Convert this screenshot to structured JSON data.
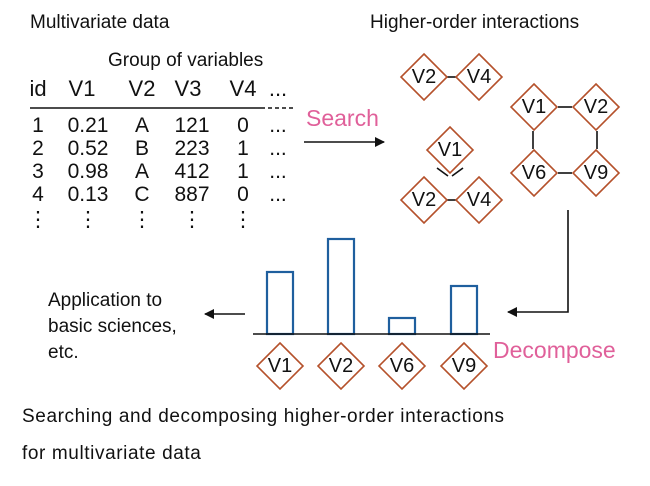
{
  "section_titles": {
    "left": "Multivariate data",
    "right": "Higher-order interactions"
  },
  "table": {
    "group_label": "Group of variables",
    "columns": [
      "id",
      "V1",
      "V2",
      "V3",
      "V4",
      "..."
    ],
    "rows": [
      [
        "1",
        "0.21",
        "A",
        "121",
        "0",
        "..."
      ],
      [
        "2",
        "0.52",
        "B",
        "223",
        "1",
        "..."
      ],
      [
        "3",
        "0.98",
        "A",
        "412",
        "1",
        "..."
      ],
      [
        "4",
        "0.13",
        "C",
        "887",
        "0",
        "..."
      ]
    ],
    "continuation_marks": [
      "⋮",
      "⋮",
      "⋮",
      "⋮",
      "⋮",
      "⋮"
    ]
  },
  "arrows": {
    "search_label": "Search",
    "decompose_label": "Decompose"
  },
  "interaction_graphs": {
    "pair": [
      "V2",
      "V4"
    ],
    "triangle": [
      "V1",
      "V2",
      "V4"
    ],
    "square": [
      "V1",
      "V2",
      "V6",
      "V9"
    ]
  },
  "decomposition": {
    "categories": [
      "V1",
      "V2",
      "V6",
      "V9"
    ],
    "values": [
      0.62,
      0.95,
      0.16,
      0.48
    ]
  },
  "application_text": [
    "Application to",
    "basic sciences,",
    "etc."
  ],
  "caption": [
    "Searching and decomposing higher-order interactions",
    "for multivariate data"
  ],
  "colors": {
    "diamond_stroke": "#b5512b",
    "bar_stroke": "#1f5f9e",
    "highlight_text": "#e0609a"
  }
}
